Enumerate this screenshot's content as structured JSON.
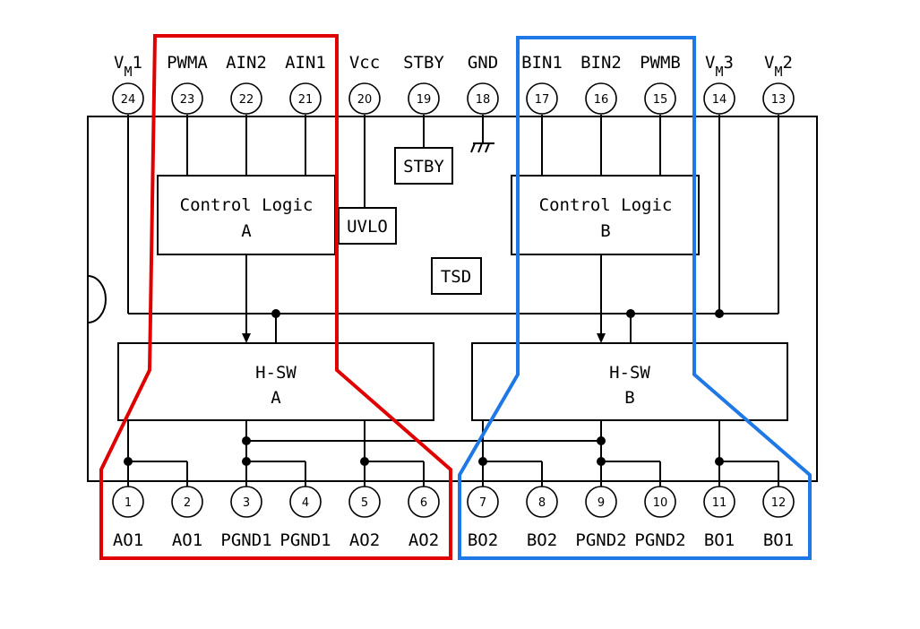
{
  "top_pins": [
    {
      "num": "24",
      "name": "V",
      "sub": "M",
      "suffix": "1"
    },
    {
      "num": "23",
      "name": "PWMA",
      "sub": "",
      "suffix": ""
    },
    {
      "num": "22",
      "name": "AIN2",
      "sub": "",
      "suffix": ""
    },
    {
      "num": "21",
      "name": "AIN1",
      "sub": "",
      "suffix": ""
    },
    {
      "num": "20",
      "name": "Vcc",
      "sub": "",
      "suffix": ""
    },
    {
      "num": "19",
      "name": "STBY",
      "sub": "",
      "suffix": ""
    },
    {
      "num": "18",
      "name": "GND",
      "sub": "",
      "suffix": ""
    },
    {
      "num": "17",
      "name": "BIN1",
      "sub": "",
      "suffix": ""
    },
    {
      "num": "16",
      "name": "BIN2",
      "sub": "",
      "suffix": ""
    },
    {
      "num": "15",
      "name": "PWMB",
      "sub": "",
      "suffix": ""
    },
    {
      "num": "14",
      "name": "V",
      "sub": "M",
      "suffix": "3"
    },
    {
      "num": "13",
      "name": "V",
      "sub": "M",
      "suffix": "2"
    }
  ],
  "bottom_pins": [
    {
      "num": "1",
      "name": "AO1"
    },
    {
      "num": "2",
      "name": "AO1"
    },
    {
      "num": "3",
      "name": "PGND1"
    },
    {
      "num": "4",
      "name": "PGND1"
    },
    {
      "num": "5",
      "name": "AO2"
    },
    {
      "num": "6",
      "name": "AO2"
    },
    {
      "num": "7",
      "name": "BO2"
    },
    {
      "num": "8",
      "name": "BO2"
    },
    {
      "num": "9",
      "name": "PGND2"
    },
    {
      "num": "10",
      "name": "PGND2"
    },
    {
      "num": "11",
      "name": "BO1"
    },
    {
      "num": "12",
      "name": "BO1"
    }
  ],
  "blocks": {
    "control_logic_a": {
      "line1": "Control Logic",
      "line2": "A"
    },
    "control_logic_b": {
      "line1": "Control Logic",
      "line2": "B"
    },
    "hsw_a": {
      "line1": "H-SW",
      "line2": "A"
    },
    "hsw_b": {
      "line1": "H-SW",
      "line2": "B"
    },
    "stby": "STBY",
    "uvlo": "UVLO",
    "tsd": "TSD"
  },
  "colors": {
    "outline_a": "#e00000",
    "outline_b": "#1e78e6",
    "line": "#000000"
  }
}
